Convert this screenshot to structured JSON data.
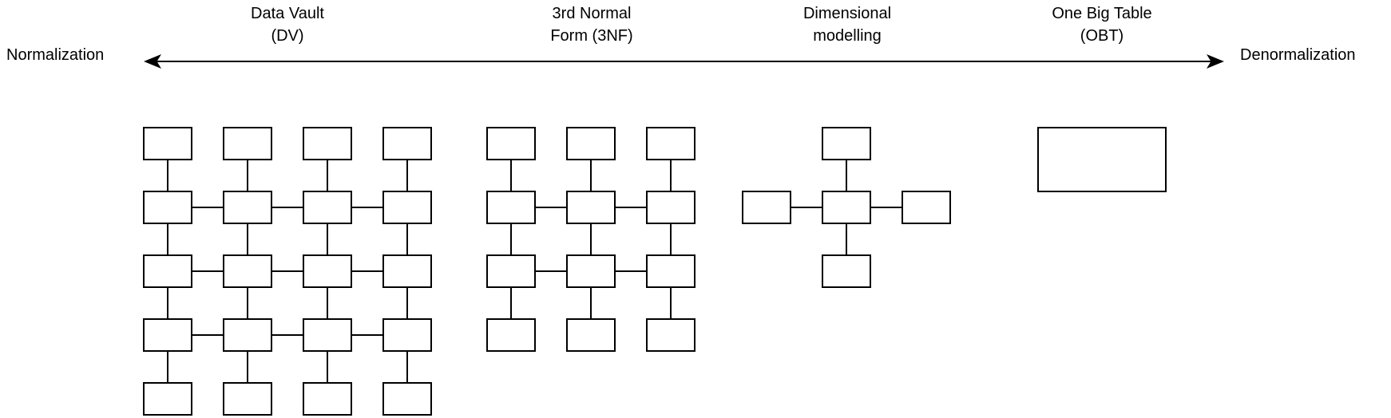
{
  "diagram": {
    "axis": {
      "left_label": "Normalization",
      "right_label": "Denormalization"
    },
    "groups": [
      {
        "id": "data-vault",
        "label_line1": "Data Vault",
        "label_line2": "(DV)",
        "structure": {
          "type": "grid",
          "cols": 4,
          "rows": 5,
          "linked_rows": [
            1,
            2,
            3
          ]
        }
      },
      {
        "id": "3nf",
        "label_line1": "3rd Normal",
        "label_line2": "Form (3NF)",
        "structure": {
          "type": "grid",
          "cols": 3,
          "rows": 4,
          "linked_rows": [
            1,
            2
          ]
        }
      },
      {
        "id": "dimensional",
        "label_line1": "Dimensional",
        "label_line2": "modelling",
        "structure": {
          "type": "star",
          "satellites": 4
        }
      },
      {
        "id": "obt",
        "label_line1": "One Big Table",
        "label_line2": "(OBT)",
        "structure": {
          "type": "single"
        }
      }
    ],
    "colors": {
      "stroke": "#000000",
      "box_fill": "#ffffff",
      "background": "#ffffff"
    }
  }
}
